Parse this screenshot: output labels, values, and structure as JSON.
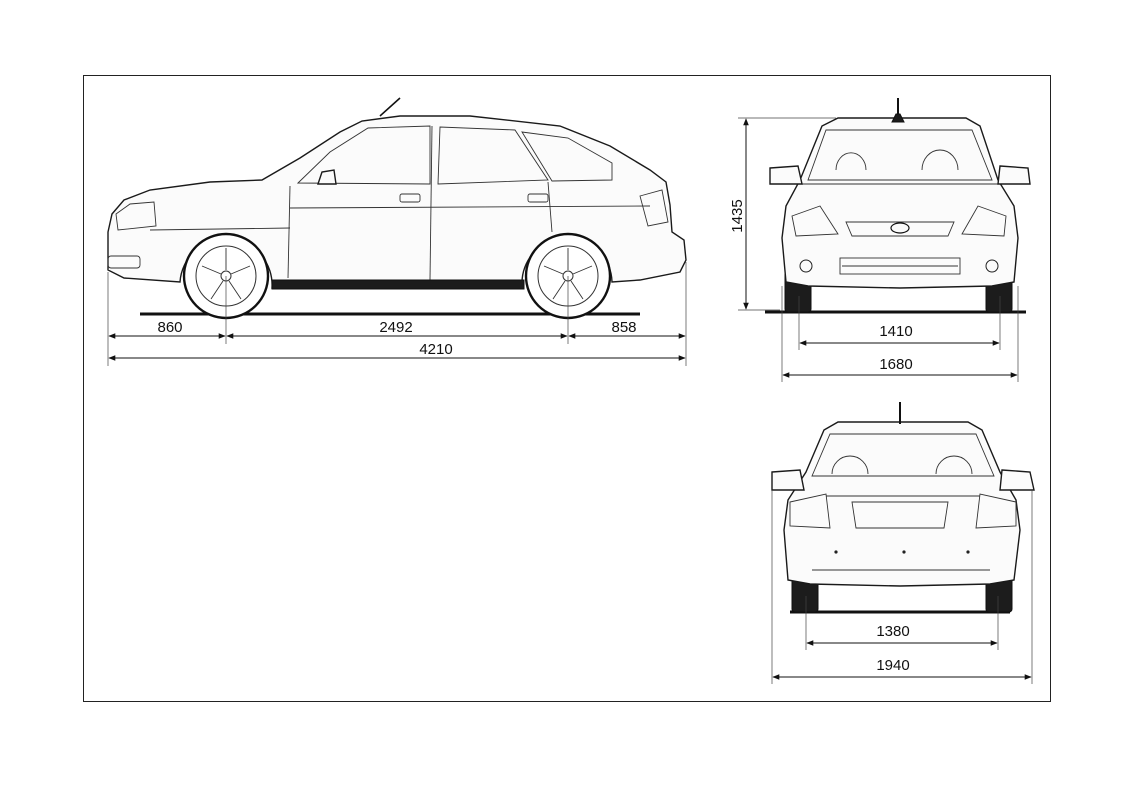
{
  "side_view": {
    "front_overhang": "860",
    "wheelbase": "2492",
    "rear_overhang": "858",
    "overall_length": "4210"
  },
  "front_view": {
    "height": "1435",
    "front_track": "1410",
    "width": "1680"
  },
  "rear_view": {
    "rear_track": "1380",
    "width_with_mirrors": "1940"
  }
}
